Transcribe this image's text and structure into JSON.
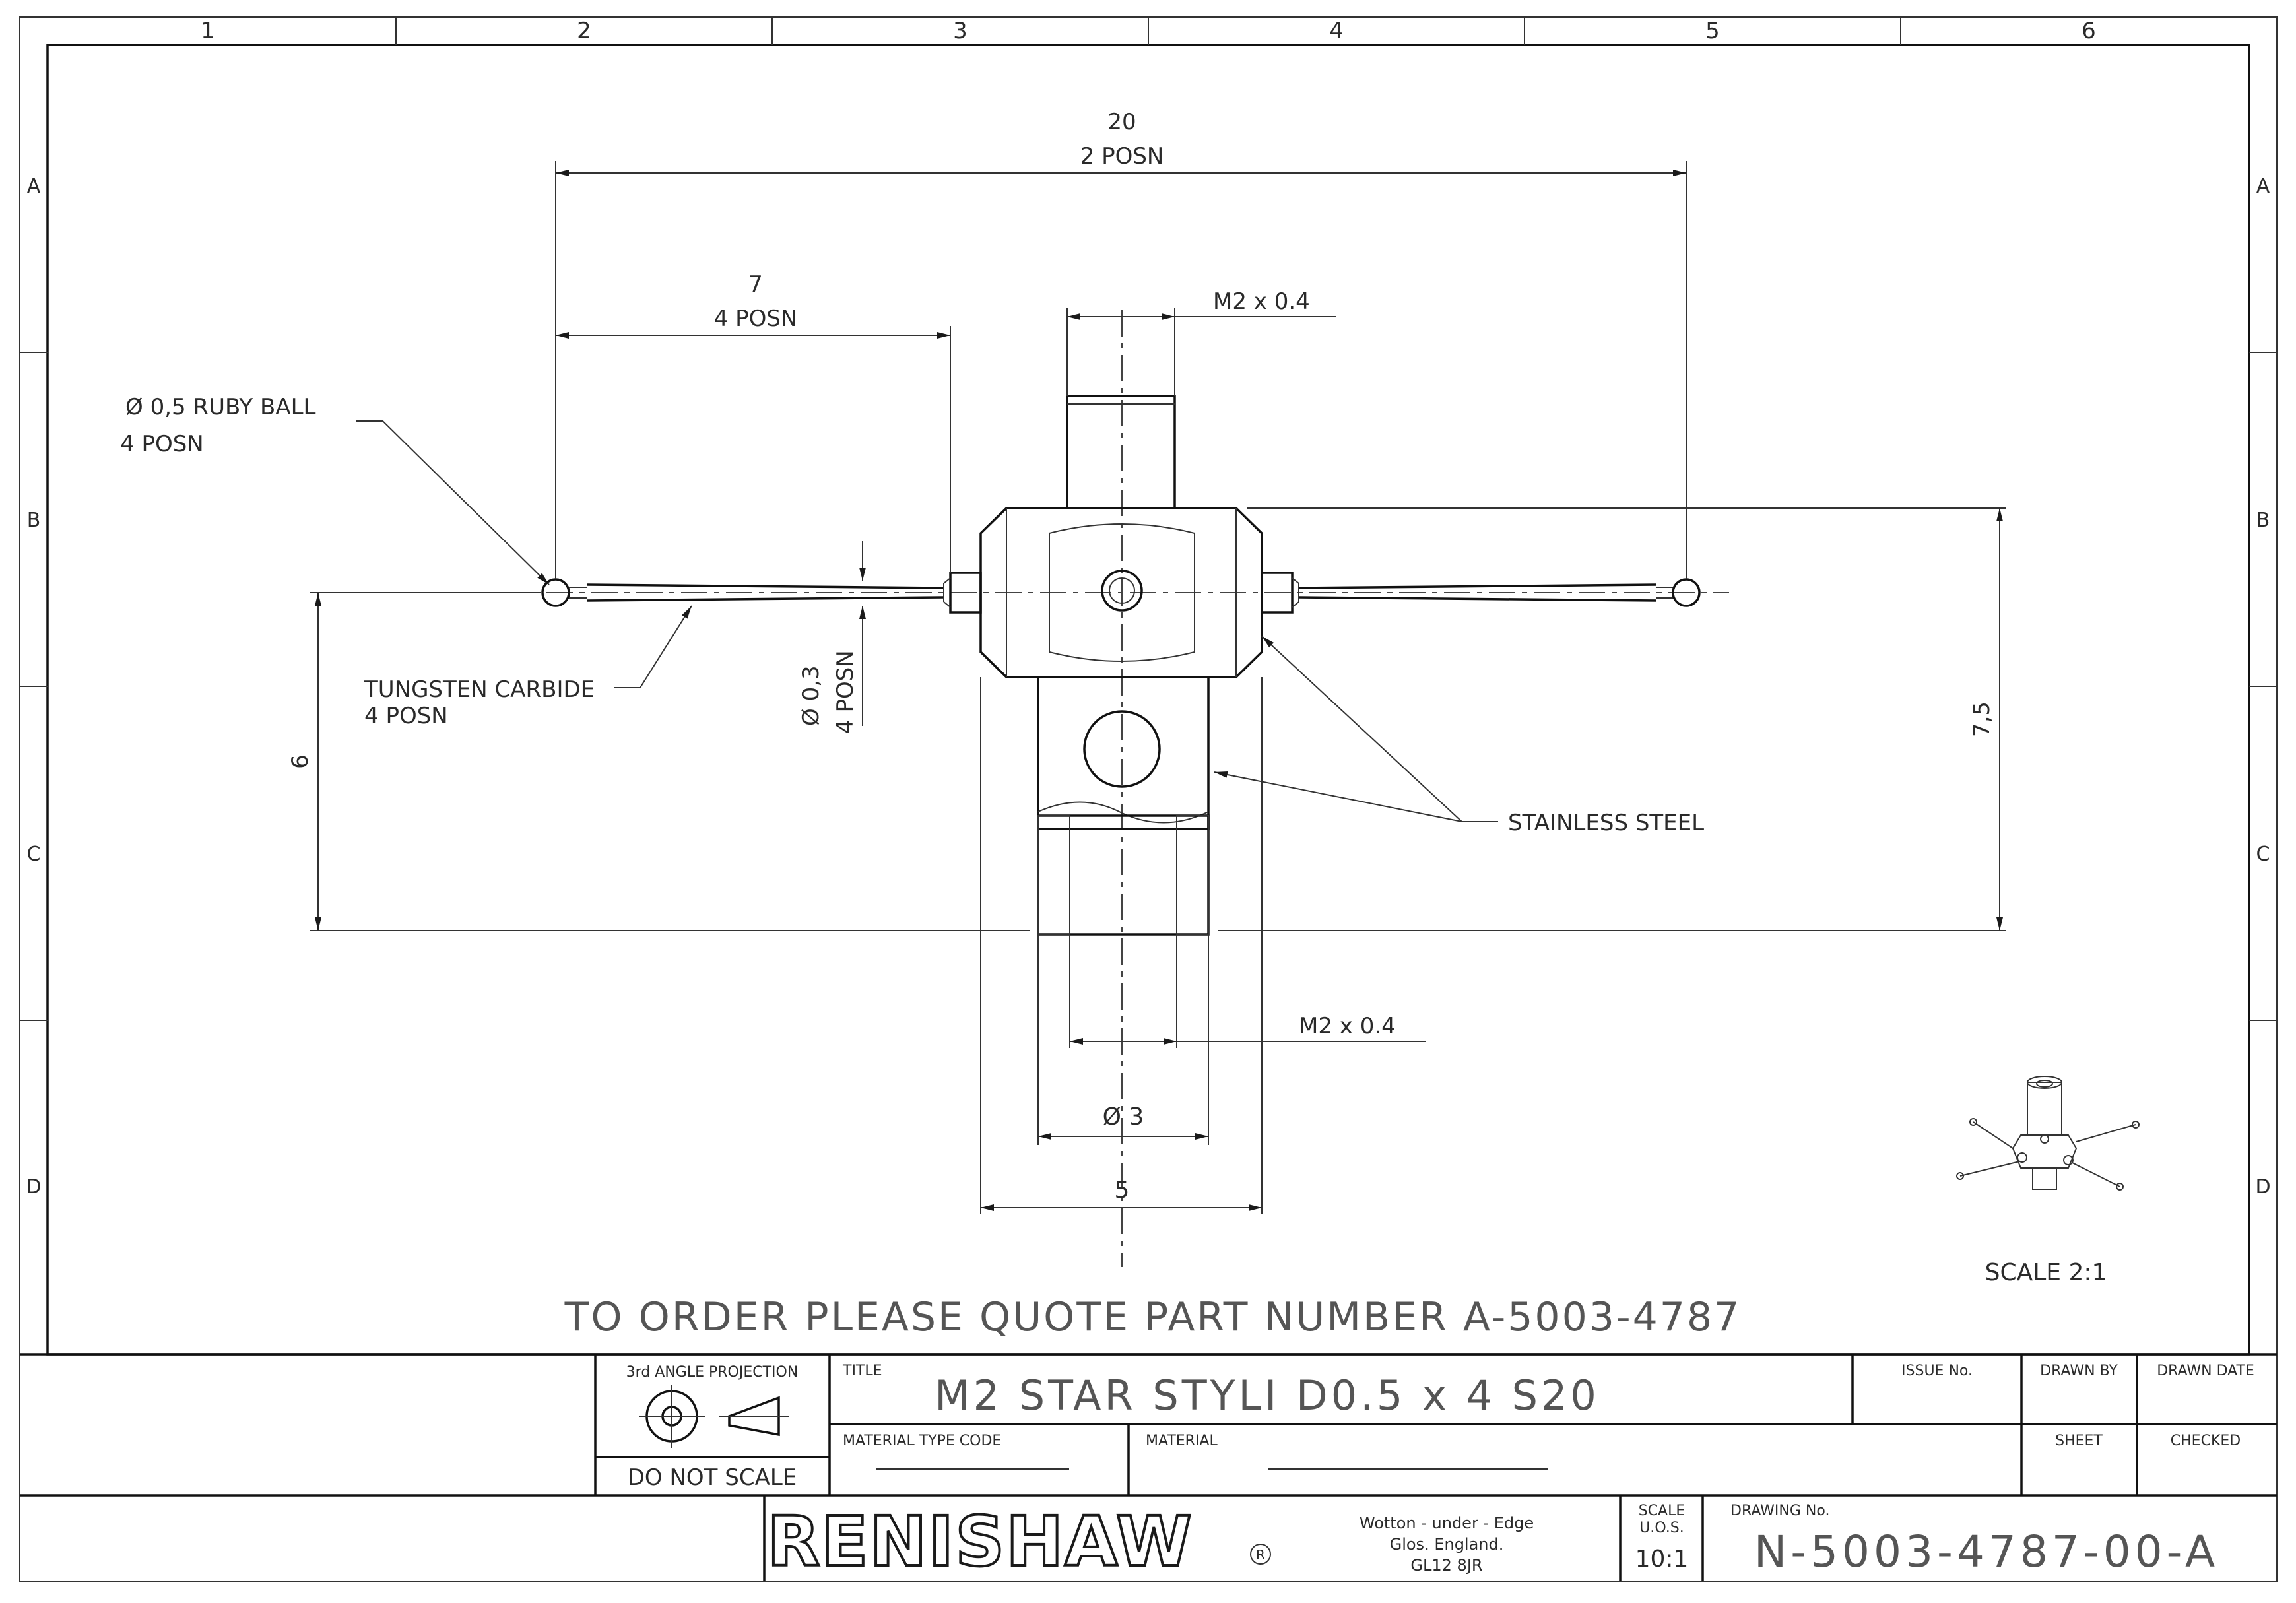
{
  "border": {
    "columns": [
      "1",
      "2",
      "3",
      "4",
      "5",
      "6"
    ],
    "rows": [
      "A",
      "B",
      "C",
      "D"
    ]
  },
  "dimensions": {
    "overall_width": "20",
    "overall_width_note": "2 POSN",
    "arm_length": "7",
    "arm_length_note": "4 POSN",
    "thread_top": "M2 x 0.4",
    "thread_bottom": "M2 x 0.4",
    "ruby_ball": "Ø 0,5 RUBY BALL",
    "ruby_ball_note": "4 POSN",
    "stem_dia": "Ø 0,3",
    "stem_dia_note": "4 POSN",
    "tungsten": "TUNGSTEN CARBIDE",
    "tungsten_note": "4 POSN",
    "stainless": "STAINLESS STEEL",
    "height_left": "6",
    "height_right": "7,5",
    "bore_dia": "Ø 3",
    "body_width": "5"
  },
  "scale_note": "SCALE 2:1",
  "order_note": "TO ORDER PLEASE QUOTE PART NUMBER A-5003-4787",
  "title_block": {
    "projection_label": "3rd ANGLE PROJECTION",
    "do_not_scale": "DO NOT SCALE",
    "title_label": "TITLE",
    "title": "M2 STAR STYLI D0.5 x 4 S20",
    "issue_label": "ISSUE No.",
    "drawn_by_label": "DRAWN BY",
    "drawn_date_label": "DRAWN DATE",
    "material_type_label": "MATERIAL TYPE CODE",
    "material_label": "MATERIAL",
    "sheet_label": "SHEET",
    "checked_label": "CHECKED",
    "logo": "RENISHAW",
    "address_1": "Wotton - under - Edge",
    "address_2": "Glos. England.",
    "address_3": "GL12 8JR",
    "scale_label_1": "SCALE",
    "scale_label_2": "U.O.S.",
    "scale_value": "10:1",
    "drawing_no_label": "DRAWING No.",
    "drawing_no": "N-5003-4787-00-A"
  }
}
